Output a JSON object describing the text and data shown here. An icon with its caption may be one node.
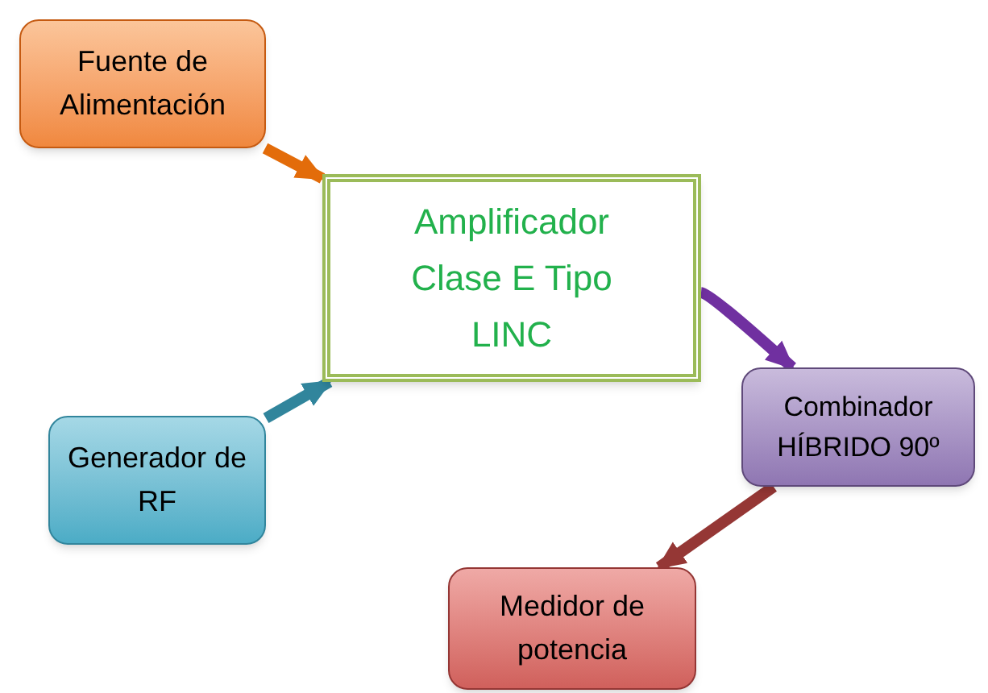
{
  "diagram": {
    "nodes": [
      {
        "text": [
          "Fuente de Alimentación"
        ]
      },
      {
        "text": [
          "Amplificador Clase E Tipo LINC"
        ]
      },
      {
        "text": [
          "Generador de RF"
        ]
      },
      {
        "text": [
          "Combinador HÍBRIDO 90º"
        ]
      },
      {
        "text": [
          "Medidor de potencia"
        ]
      }
    ],
    "edges": [
      {
        "from": 0,
        "to": 1,
        "arrow": "to",
        "color": "#e36c0a"
      },
      {
        "from": 2,
        "to": 1,
        "arrow": "to",
        "color": "#31859c"
      },
      {
        "from": 1,
        "to": 3,
        "arrow": "to",
        "color": "#7030a0"
      },
      {
        "from": 3,
        "to": 4,
        "arrow": "to",
        "color": "#953735"
      }
    ]
  }
}
